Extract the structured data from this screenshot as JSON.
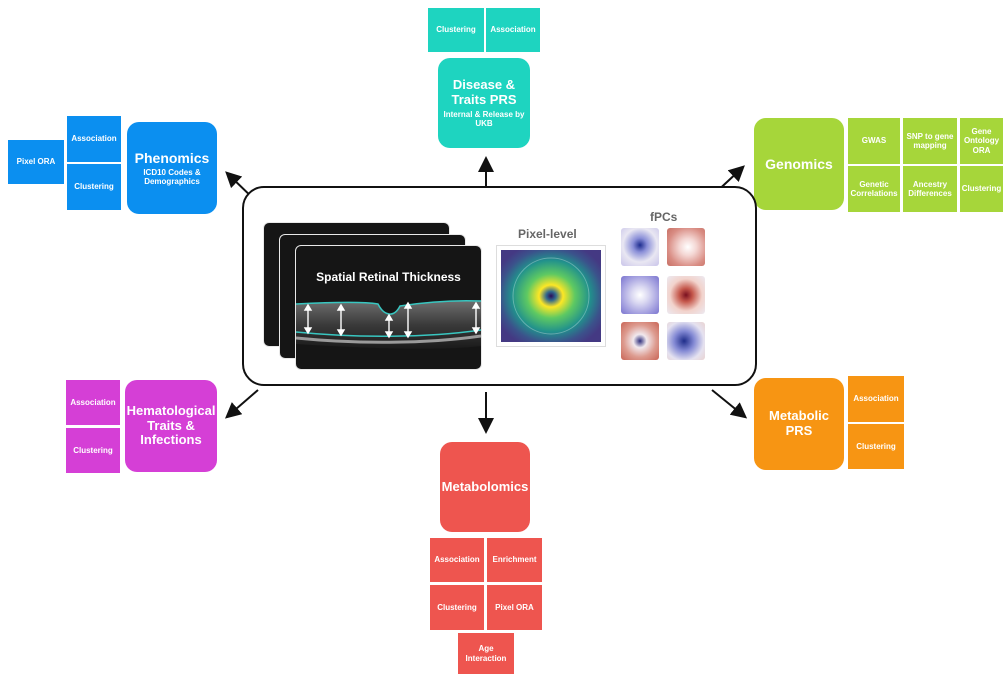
{
  "center": {
    "oct_title": "Spatial Retinal Thickness",
    "pixel_label": "Pixel-level",
    "fpc_label": "fPCs"
  },
  "colors": {
    "phenomics": "#0b8ff0",
    "disease": "#1ed4c0",
    "genomics": "#a6d63a",
    "hematological": "#d53fd6",
    "metabolomics": "#ee554f",
    "metabolic_prs": "#f79513"
  },
  "disease": {
    "title": "Disease & Traits PRS",
    "subtitle": "Internal & Release by UKB",
    "tiles": [
      "Clustering",
      "Association"
    ]
  },
  "phenomics": {
    "title": "Phenomics",
    "subtitle": "ICD10 Codes & Demographics",
    "tiles": [
      "Association",
      "Clustering"
    ],
    "extra": "Pixel ORA"
  },
  "genomics": {
    "title": "Genomics",
    "tiles": [
      "GWAS",
      "SNP to gene mapping",
      "Gene Ontology ORA",
      "Genetic Correlations",
      "Ancestry Differences",
      "Clustering"
    ]
  },
  "hematological": {
    "title": "Hematological Traits & Infections",
    "tiles": [
      "Association",
      "Clustering"
    ]
  },
  "metabolomics": {
    "title": "Metabolomics",
    "tiles": [
      "Association",
      "Enrichment",
      "Clustering",
      "Pixel ORA",
      "Age Interaction"
    ]
  },
  "metabolic_prs": {
    "title": "Metabolic PRS",
    "tiles": [
      "Association",
      "Clustering"
    ]
  }
}
